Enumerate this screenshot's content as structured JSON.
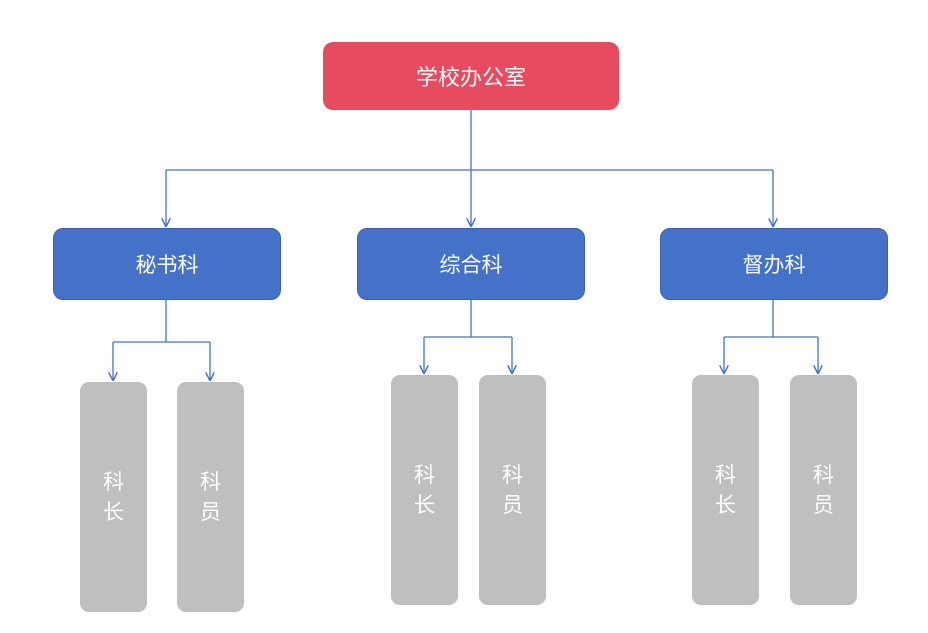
{
  "root": {
    "label": "学校办公室",
    "color": "#e64b5f"
  },
  "departments": [
    {
      "label": "秘书科",
      "staff": [
        {
          "label": "科长"
        },
        {
          "label": "科员"
        }
      ]
    },
    {
      "label": "综合科",
      "staff": [
        {
          "label": "科长"
        },
        {
          "label": "科员"
        }
      ]
    },
    {
      "label": "督办科",
      "staff": [
        {
          "label": "科长"
        },
        {
          "label": "科员"
        }
      ]
    }
  ],
  "colors": {
    "department": "#4472c8",
    "staff": "#bfbfbf",
    "connector": "#4472c8"
  }
}
